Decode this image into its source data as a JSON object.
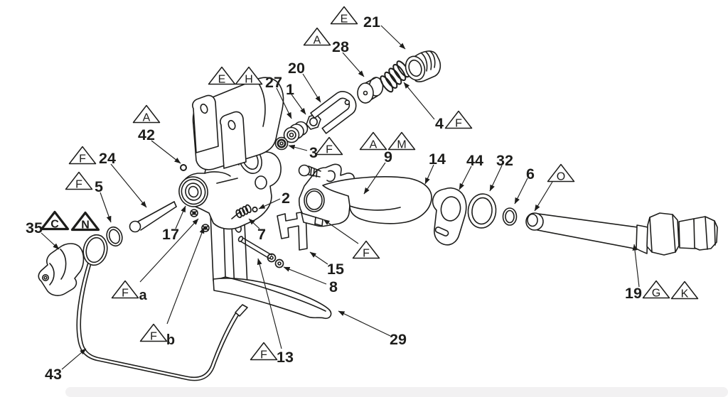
{
  "figure": {
    "kind": "exploded-parts-diagram",
    "line_color": "#1d1d1b",
    "background": "#ffffff",
    "footer_bar_color": "#f2f1f2"
  },
  "callouts": [
    {
      "text": "21"
    },
    {
      "text": "28"
    },
    {
      "text": "20"
    },
    {
      "text": "1"
    },
    {
      "text": "27"
    },
    {
      "text": "4"
    },
    {
      "text": "3"
    },
    {
      "text": "42"
    },
    {
      "text": "24"
    },
    {
      "text": "5"
    },
    {
      "text": "35"
    },
    {
      "text": "17"
    },
    {
      "text": "2"
    },
    {
      "text": "7"
    },
    {
      "text": "9"
    },
    {
      "text": "14"
    },
    {
      "text": "44"
    },
    {
      "text": "32"
    },
    {
      "text": "6"
    },
    {
      "text": "15"
    },
    {
      "text": "8"
    },
    {
      "text": "29"
    },
    {
      "text": "13"
    },
    {
      "text": "19"
    },
    {
      "text": "43"
    },
    {
      "text": "a"
    },
    {
      "text": "b"
    }
  ],
  "flags": [
    {
      "letter": "E"
    },
    {
      "letter": "A"
    },
    {
      "letter": "E"
    },
    {
      "letter": "H"
    },
    {
      "letter": "F"
    },
    {
      "letter": "F"
    },
    {
      "letter": "A"
    },
    {
      "letter": "F"
    },
    {
      "letter": "F"
    },
    {
      "letter": "C"
    },
    {
      "letter": "N"
    },
    {
      "letter": "A"
    },
    {
      "letter": "M"
    },
    {
      "letter": "O"
    },
    {
      "letter": "F"
    },
    {
      "letter": "F"
    },
    {
      "letter": "F"
    },
    {
      "letter": "F"
    },
    {
      "letter": "G"
    },
    {
      "letter": "K"
    }
  ]
}
